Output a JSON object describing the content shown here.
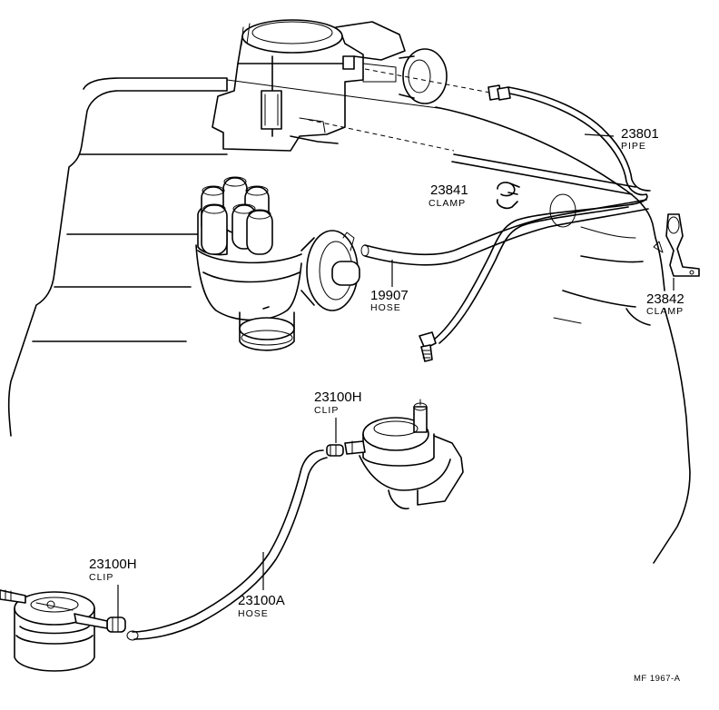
{
  "labels": {
    "pipe_23801": {
      "number": "23801",
      "name": "PIPE"
    },
    "clamp_23841": {
      "number": "23841",
      "name": "CLAMP"
    },
    "hose_19907": {
      "number": "19907",
      "name": "HOSE"
    },
    "clamp_23842": {
      "number": "23842",
      "name": "CLAMP"
    },
    "clip_23100h_upper": {
      "number": "23100H",
      "name": "CLIP"
    },
    "clip_23100h_lower": {
      "number": "23100H",
      "name": "CLIP"
    },
    "hose_23100a": {
      "number": "23100A",
      "name": "HOSE"
    }
  },
  "reference_code": "MF  1967-A"
}
